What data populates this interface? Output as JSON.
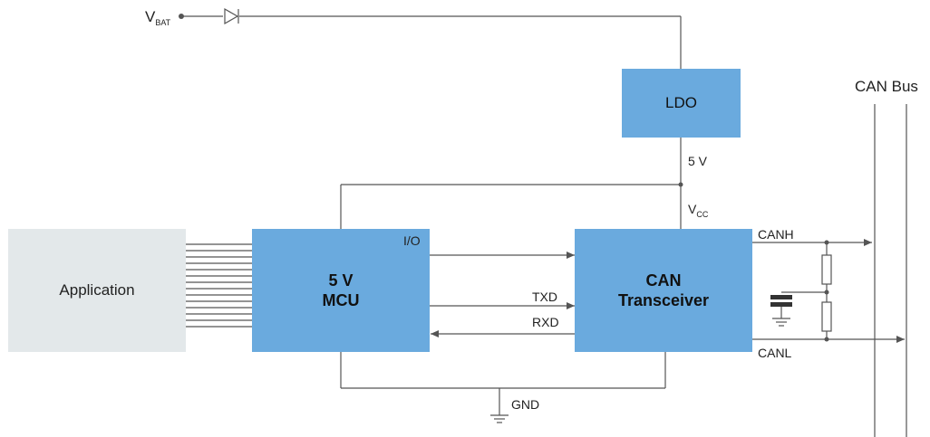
{
  "blocks": {
    "application": "Application",
    "mcu_line1": "5 V",
    "mcu_line2": "MCU",
    "can_line1": "CAN",
    "can_line2": "Transceiver",
    "ldo": "LDO"
  },
  "labels": {
    "vbat_main": "V",
    "vbat_sub": "BAT",
    "five_v": "5 V",
    "vcc_main": "V",
    "vcc_sub": "CC",
    "io": "I/O",
    "txd": "TXD",
    "rxd": "RXD",
    "gnd": "GND",
    "canh": "CANH",
    "canl": "CANL",
    "can_bus": "CAN Bus"
  },
  "colors": {
    "block_blue": "#6aaade",
    "application_grey": "#e3e8ea",
    "wire": "#555555"
  }
}
